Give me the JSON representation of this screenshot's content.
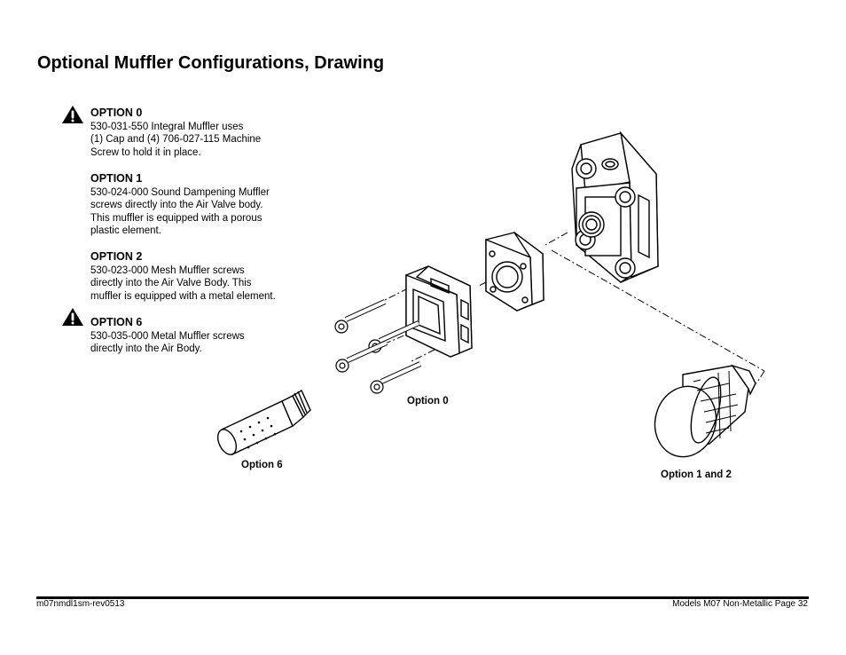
{
  "title": "Optional Muffler Configurations, Drawing",
  "options": [
    {
      "heading": "OPTION  0",
      "warning": true,
      "lines": [
        "530-031-550 Integral Muffler uses",
        "(1) Cap and (4) 706-027-115 Machine",
        "Screw to hold it in place."
      ]
    },
    {
      "heading": "OPTION 1",
      "warning": false,
      "lines": [
        "530-024-000  Sound Dampening Muffler",
        "screws directly into the Air Valve body.",
        "This muffler is equipped with a porous",
        "plastic element."
      ]
    },
    {
      "heading": "OPTION 2",
      "warning": false,
      "lines": [
        "530-023-000 Mesh Muffler screws",
        "directly into the Air Valve Body. This",
        "muffler is equipped with a metal element."
      ]
    },
    {
      "heading": "OPTION  6",
      "warning": true,
      "lines": [
        "530-035-000 Metal Muffler screws",
        "directly into the Air Body."
      ]
    }
  ],
  "captions": {
    "option0": "Option  0",
    "option6": "Option  6",
    "option12": "Option 1 and  2"
  },
  "icons": {
    "warning": "warning-triangle-icon"
  },
  "footer": {
    "left": "m07nmdl1sm-rev0513",
    "right": "Models M07 Non-Metallic Page 32"
  }
}
